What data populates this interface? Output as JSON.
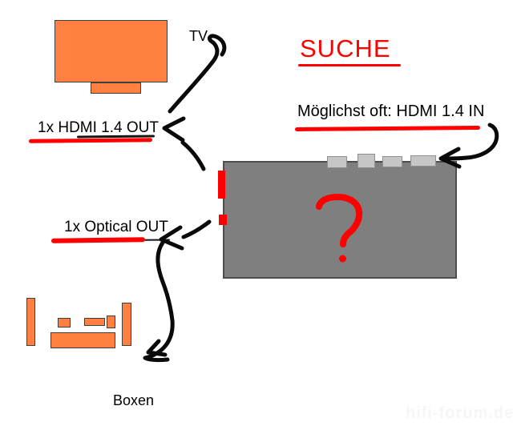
{
  "title": "SUCHE",
  "labels": {
    "tv": "TV",
    "hdmi_out": "1x HDMI 1.4 OUT",
    "hdmi_in": "Möglichst oft: HDMI 1.4 IN",
    "optical_out": "1x Optical OUT",
    "speakers": "Boxen"
  },
  "symbols": {
    "unknown_device": "?"
  },
  "watermark": "hifi-forum.de",
  "colors": {
    "device_fill": "#ff8040",
    "receiver_fill": "#7f7f7f",
    "port_fill": "#c6c6c6",
    "accent_red": "#ff0000",
    "ink_black": "#0a0a0a",
    "watermark_gray": "#f6f6f6"
  }
}
